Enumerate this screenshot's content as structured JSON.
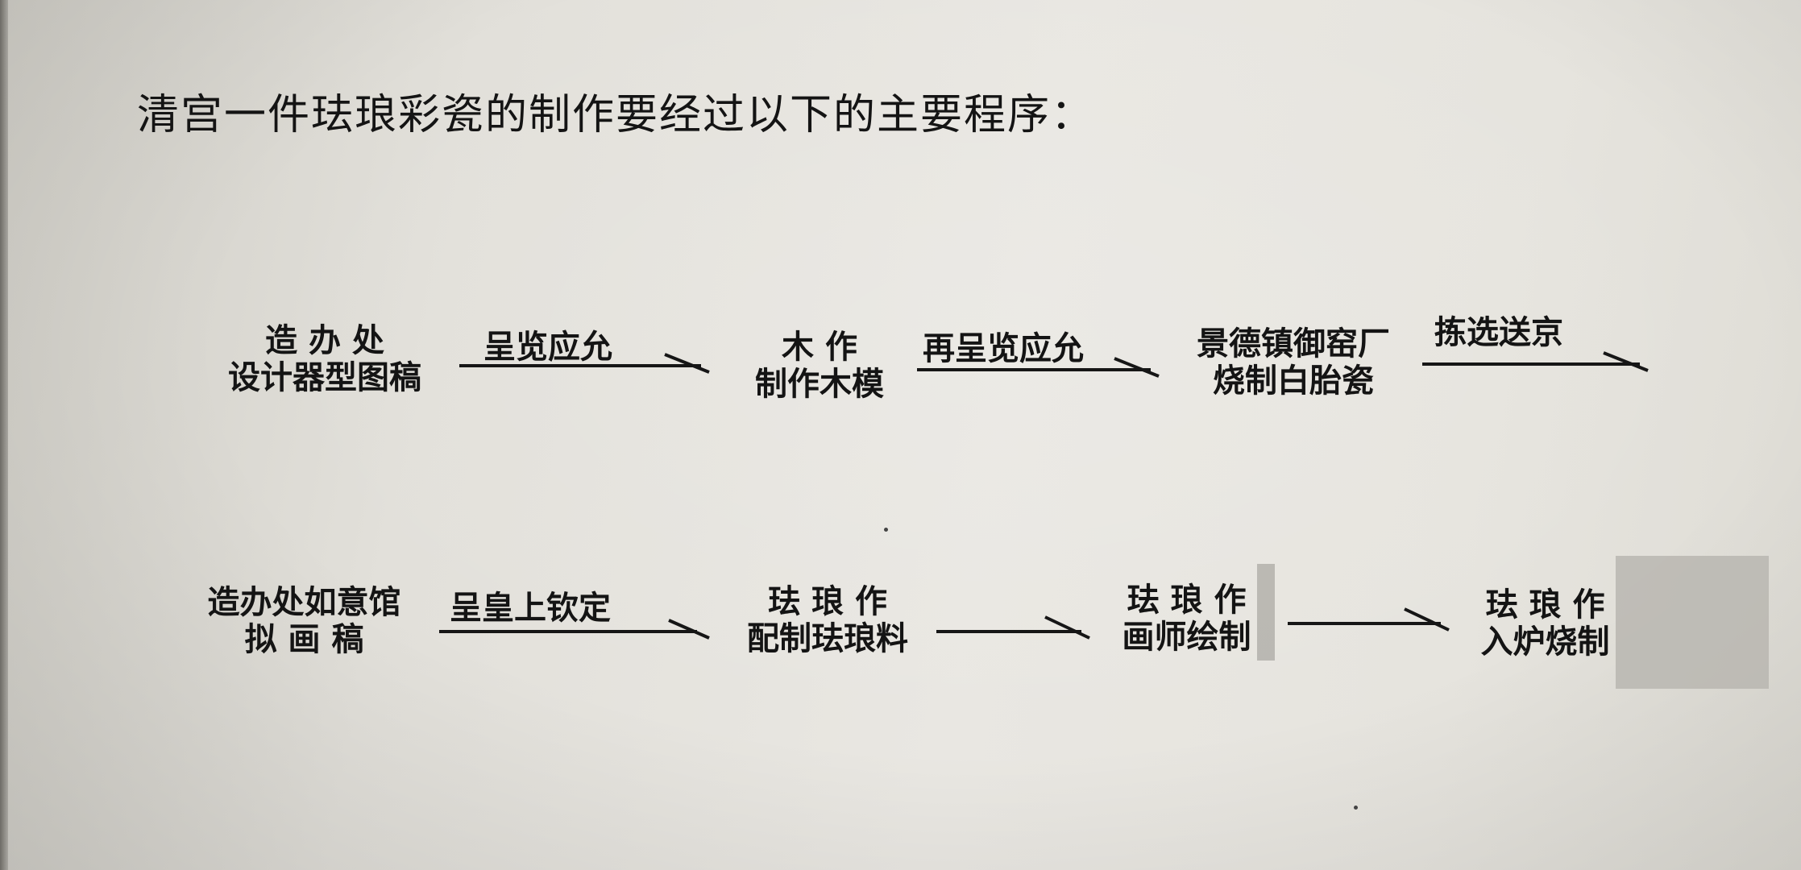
{
  "heading": "清宫一件珐琅彩瓷的制作要经过以下的主要程序：",
  "row1": {
    "node1": {
      "line1": [
        "造",
        "办",
        "处"
      ],
      "line2": "设计器型图稿"
    },
    "arrow1_label": "呈览应允",
    "node2": {
      "line1": [
        "木",
        "作"
      ],
      "line2": "制作木模"
    },
    "arrow2_label": "再呈览应允",
    "node3": {
      "line1": "景德镇御窑厂",
      "line2": "烧制白胎瓷"
    },
    "arrow3_label": "拣选送京"
  },
  "row2": {
    "node1": {
      "line1": "造办处如意馆",
      "line2": [
        "拟",
        "画",
        "稿"
      ]
    },
    "arrow1_label": "呈皇上钦定",
    "node2": {
      "line1": [
        "珐",
        "琅",
        "作"
      ],
      "line2": "配制珐琅料"
    },
    "node3": {
      "line1": [
        "珐",
        "琅",
        "作"
      ],
      "line2": "画师绘制"
    },
    "node4": {
      "line1": [
        "珐",
        "琅",
        "作"
      ],
      "line2": "入炉烧制"
    }
  }
}
